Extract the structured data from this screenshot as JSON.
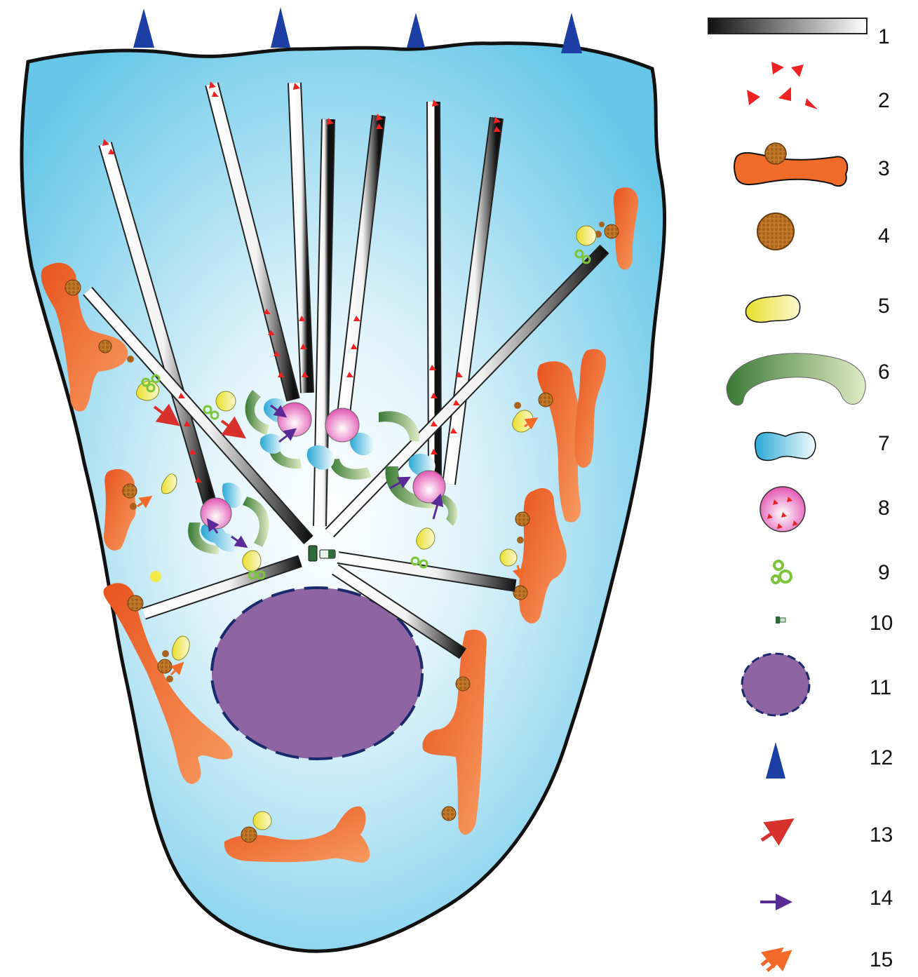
{
  "colors": {
    "cell_fill_center": "#ffffff",
    "cell_fill_edge": "#67c7e8",
    "cell_outline": "#111111",
    "mitochondria": "#f06a2a",
    "microtubule_dark": "#111111",
    "microtubule_light": "#ffffff",
    "particle": "#ee2222",
    "vesicle_dark": "#b56a1e",
    "vesicle_light": "#d8964a",
    "yellow_body": "#f2ea46",
    "green_arc_dark": "#3f7d3a",
    "green_arc_light": "#d7e6b8",
    "cyan_body": "#2aa9d6",
    "pink_sphere": "#e254b2",
    "clover": "#7cc43a",
    "nucleus_fill": "#8f64a3",
    "nucleus_outline": "#1a2a6c",
    "marker": "#1d3fa5",
    "arrow_red": "#d8302a",
    "arrow_purple": "#5a2a96",
    "arrow_orange": "#f26a2a"
  },
  "legend": [
    {
      "number": "1",
      "icon": "microtubule-icon"
    },
    {
      "number": "2",
      "icon": "red-particles-icon"
    },
    {
      "number": "3",
      "icon": "mitochondrion-with-vesicle-icon"
    },
    {
      "number": "4",
      "icon": "brown-vesicle-icon"
    },
    {
      "number": "5",
      "icon": "yellow-body-icon"
    },
    {
      "number": "6",
      "icon": "green-arc-icon"
    },
    {
      "number": "7",
      "icon": "cyan-body-icon"
    },
    {
      "number": "8",
      "icon": "pink-sphere-icon"
    },
    {
      "number": "9",
      "icon": "green-clover-icon"
    },
    {
      "number": "10",
      "icon": "centriole-icon"
    },
    {
      "number": "11",
      "icon": "nucleus-icon"
    },
    {
      "number": "12",
      "icon": "blue-triangle-icon"
    },
    {
      "number": "13",
      "icon": "red-arrow-icon"
    },
    {
      "number": "14",
      "icon": "purple-arrow-icon"
    },
    {
      "number": "15",
      "icon": "orange-double-arrow-icon"
    }
  ]
}
